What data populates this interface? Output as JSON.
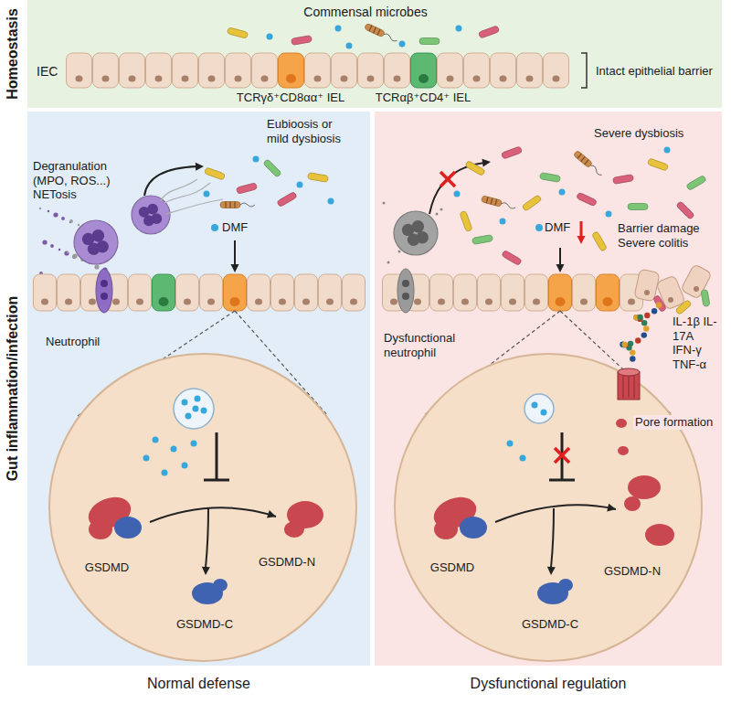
{
  "diagram": {
    "nodes": [
      {
        "text": [
          "Homeostasis",
          "Commensal microbes",
          "IEC",
          "TCRγδ⁺CD8αα⁺ IEL",
          "TCRαβ⁺CD4⁺ IEL",
          "Intact epithelial barrier"
        ]
      },
      {
        "text": [
          "Normal defense",
          "Degranulation (MPO, ROS...) NETosis",
          "Eubioosis or mild dysbiosis",
          "DMF",
          "Neutrophil"
        ]
      },
      {
        "text": [
          "GSDMD",
          "GSDMD-N",
          "GSDMD-C"
        ],
        "in": 1
      },
      {
        "text": [
          "Dysfunctional regulation",
          "Severe dysbiosis",
          "DMF",
          "Barrier damage Severe colitis",
          "Dysfunctional neutrophil",
          "IL-1β IL-17A IFN-γ TNF-α",
          "Pore formation"
        ]
      },
      {
        "text": [
          "GSDMD",
          "GSDMD-N",
          "GSDMD-C"
        ],
        "in": 3
      }
    ],
    "labels": [
      "Gut inflammation/infection"
    ]
  }
}
